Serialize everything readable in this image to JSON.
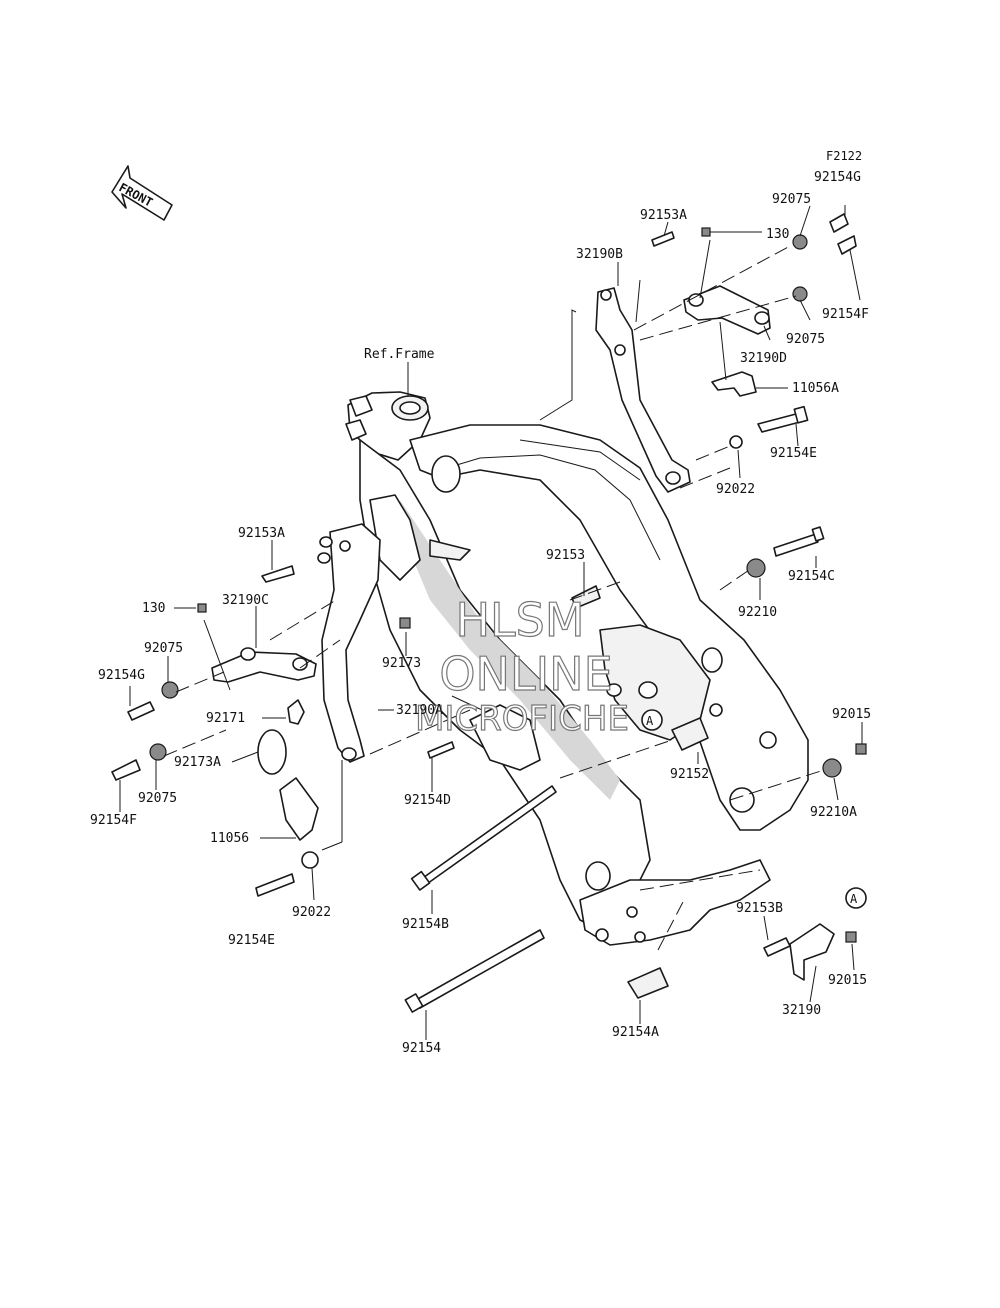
{
  "diagram": {
    "figure_code": "F2122",
    "front_label": "FRONT",
    "ref_label": "Ref.Frame",
    "callout_letter": "A",
    "watermark": [
      "HLSM",
      "ONLINE",
      "MICROFICHE"
    ],
    "parts": {
      "p_92154G_top": "92154G",
      "p_92075_top": "92075",
      "p_92153A_top": "92153A",
      "p_130_top": "130",
      "p_32190B": "32190B",
      "p_92154F_top": "92154F",
      "p_92075_top2": "92075",
      "p_32190D": "32190D",
      "p_11056A": "11056A",
      "p_92154E_right": "92154E",
      "p_92022_right": "92022",
      "p_92153A_left": "92153A",
      "p_92153": "92153",
      "p_92154C": "92154C",
      "p_130_left": "130",
      "p_32190C": "32190C",
      "p_92210": "92210",
      "p_92075_left": "92075",
      "p_92173": "92173",
      "p_92154G_left": "92154G",
      "p_92171": "92171",
      "p_32190A": "32190A",
      "p_92015_right": "92015",
      "p_92173A": "92173A",
      "p_92152": "92152",
      "p_92154D": "92154D",
      "p_92210A": "92210A",
      "p_92154F_left": "92154F",
      "p_92075_left2": "92075",
      "p_11056": "11056",
      "p_92022_left": "92022",
      "p_92154B": "92154B",
      "p_92153B": "92153B",
      "p_92154E_left": "92154E",
      "p_92015_bottom": "92015",
      "p_92154": "92154",
      "p_92154A": "92154A",
      "p_32190": "32190"
    }
  }
}
